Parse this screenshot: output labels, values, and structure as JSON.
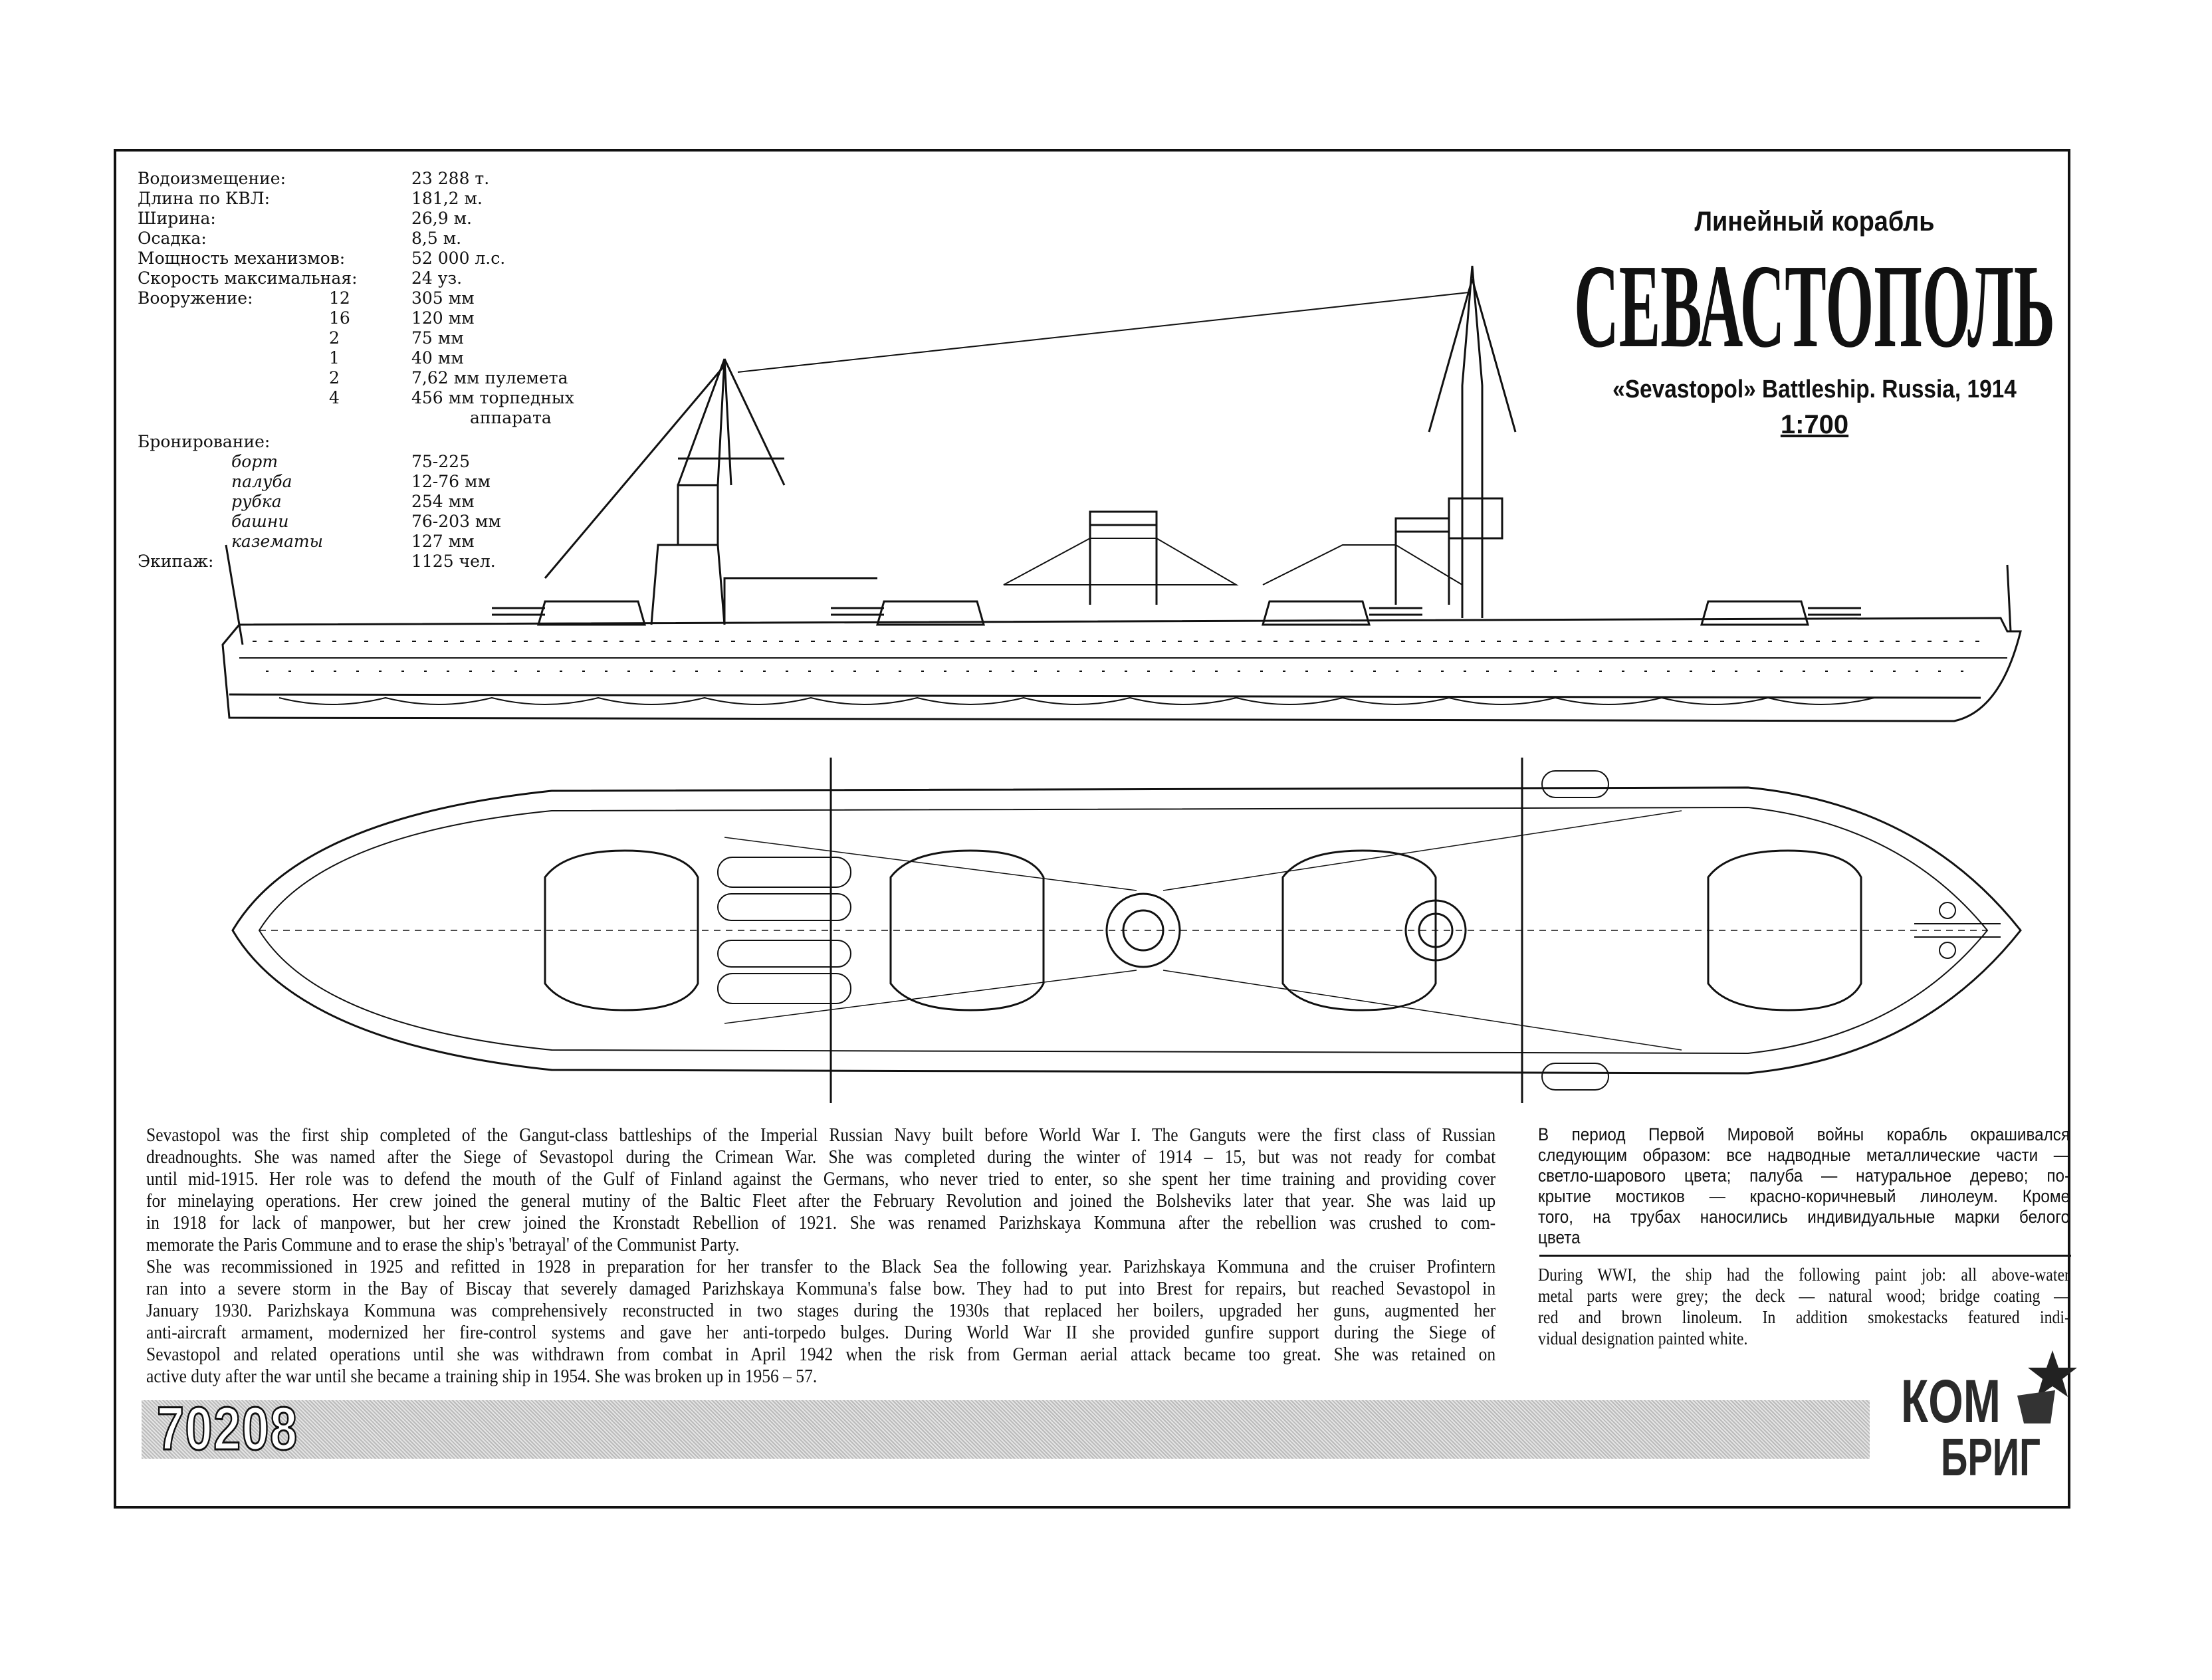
{
  "specs": {
    "rows": [
      {
        "label": "Водоизмещение:",
        "value": "23 288 т."
      },
      {
        "label": "Длина по КВЛ:",
        "value": "181,2 м."
      },
      {
        "label": "Ширина:",
        "value": "26,9 м."
      },
      {
        "label": "Осадка:",
        "value": "8,5 м."
      },
      {
        "label": "Мощность механизмов:",
        "value": "52 000 л.с."
      },
      {
        "label": "Скорость максимальная:",
        "value": "24 уз."
      }
    ],
    "armament_label": "Вооружение:",
    "armament": [
      {
        "count": "12",
        "value": "305 мм"
      },
      {
        "count": "16",
        "value": "120 мм"
      },
      {
        "count": "2",
        "value": "75 мм"
      },
      {
        "count": "1",
        "value": "40 мм"
      },
      {
        "count": "2",
        "value": "7,62 мм пулемета"
      },
      {
        "count": "4",
        "value": "456 мм торпедных"
      }
    ],
    "armament_cont": "аппарата",
    "armor_label": "Бронирование:",
    "armor": [
      {
        "label": "борт",
        "value": "75-225"
      },
      {
        "label": "палуба",
        "value": "12-76 мм"
      },
      {
        "label": "рубка",
        "value": "254 мм"
      },
      {
        "label": "башни",
        "value": "76-203 мм"
      },
      {
        "label": "казематы",
        "value": "127 мм"
      }
    ],
    "crew_label": "Экипаж:",
    "crew_value": "1125 чел."
  },
  "title": {
    "type_ru": "Линейный корабль",
    "name_ru": "СЕВАСТОПОЛЬ",
    "subtitle_en": "«Sevastopol» Battleship. Russia, 1914",
    "scale": "1:700"
  },
  "description_en": [
    "Sevastopol  was the first ship completed of the Gangut-class battleships of the Imperial Russian Navy built before World War I. The Ganguts were the first class of Russian",
    "dreadnoughts. She was named after the Siege of Sevastopol during the Crimean War. She was completed during the winter of 1914 – 15, but was not ready for combat",
    "until mid-1915. Her role was to defend the mouth of the Gulf of Finland against the Germans, who never tried to enter, so she spent her time training and providing cover",
    "for minelaying operations. Her crew joined the general mutiny of the Baltic Fleet after the February Revolution and joined the Bolsheviks later that year. She was laid up",
    "in 1918 for lack of manpower, but her crew joined the Kronstadt Rebellion of 1921. She was renamed Parizhskaya Kommuna after the rebellion was crushed to com-",
    "memorate the Paris Commune and to erase the ship's 'betrayal' of the Communist Party.",
    "She was recommissioned in 1925 and refitted in 1928 in preparation for her transfer to the Black Sea the following year. Parizhskaya Kommuna and the cruiser Profintern",
    "ran into a severe storm in the Bay of Biscay that severely damaged Parizhskaya Kommuna's false bow. They had to put into Brest for repairs, but reached Sevastopol in",
    "January 1930. Parizhskaya Kommuna was comprehensively reconstructed in two stages during the 1930s that replaced her boilers, upgraded her guns, augmented her",
    "anti-aircraft armament, modernized her fire-control systems and gave her anti-torpedo bulges. During World War II she provided gunfire support during the Siege of",
    "Sevastopol and related operations until she was withdrawn from combat in April 1942 when the risk from German aerial attack became too great. She was retained on",
    "active duty after the war until she became a training ship in 1954. She was broken up in 1956 – 57."
  ],
  "paint_ru": [
    "В период Первой Мировой войны корабль окрашивался",
    "следующим образом: все надводные металлические части —",
    "светло-шарового цвета; палуба — натуральное дерево; по-",
    "крытие мостиков — красно-коричневый линолеум. Кроме",
    "того, на трубах наносились индивидуальные марки белого",
    "цвета"
  ],
  "paint_en": [
    "During WWI, the ship had the following paint job: all above-water",
    "metal parts were grey; the deck — natural wood; bridge coating —",
    "red and brown linoleum. In addition smokestacks featured indi-",
    "vidual designation painted white."
  ],
  "kit_number": "70208",
  "logo": {
    "line1": "КОМ",
    "line2": "БРИГ"
  }
}
